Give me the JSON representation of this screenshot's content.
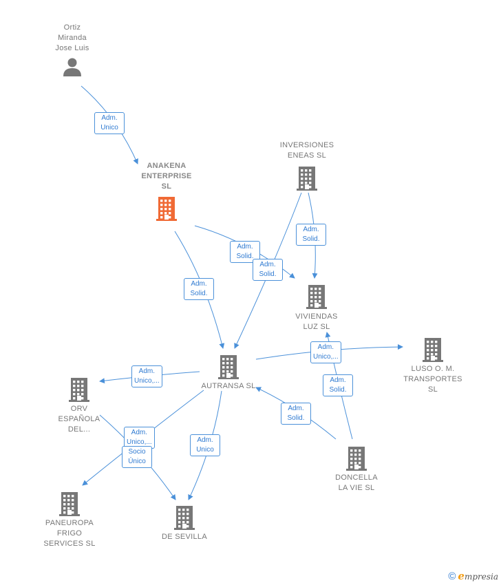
{
  "colors": {
    "edge": "#4a90d9",
    "node": "#777777",
    "focus_node": "#f06a35"
  },
  "nodes": {
    "ortiz": {
      "label": "Ortiz\nMiranda\nJose Luis",
      "icon": "person-icon"
    },
    "anakena": {
      "label": "ANAKENA\nENTERPRISE\nSL",
      "icon": "building-icon-focus"
    },
    "inversiones": {
      "label": "INVERSIONES\nENEAS  SL",
      "icon": "building-icon"
    },
    "viviendas": {
      "label": "VIVIENDAS\nLUZ  SL",
      "icon": "building-icon"
    },
    "autransa": {
      "label": "AUTRANSA SL",
      "icon": "building-icon"
    },
    "luso": {
      "label": "LUSO O.  M.\nTRANSPORTES\nSL",
      "icon": "building-icon"
    },
    "orv": {
      "label": "ORV\nESPAÑOLA\nDEL...",
      "icon": "building-icon"
    },
    "doncella": {
      "label": "DONCELLA\nLA VIE  SL",
      "icon": "building-icon"
    },
    "paneuropa": {
      "label": "PANEUROPA\nFRIGO\nSERVICES  SL",
      "icon": "building-icon"
    },
    "desevilla": {
      "label": "DE SEVILLA",
      "icon": "building-icon"
    }
  },
  "edges": [
    {
      "label": "Adm.\nUnico"
    },
    {
      "label": "Adm.\nSolid."
    },
    {
      "label": "Adm.\nSolid."
    },
    {
      "label": "Adm.\nSolid."
    },
    {
      "label": "Adm.\nSolid."
    },
    {
      "label": "Adm.\nUnico,..."
    },
    {
      "label": "Adm.\nSolid."
    },
    {
      "label": "Adm.\nSolid."
    },
    {
      "label": "Adm.\nUnico,..."
    },
    {
      "label": "Adm.\nUnico,..."
    },
    {
      "label": "Socio\nÚnico"
    },
    {
      "label": "Adm.\nUnico"
    }
  ],
  "footer": {
    "copyright": "©",
    "brand_initial": "e",
    "brand_rest": "mpresia"
  }
}
